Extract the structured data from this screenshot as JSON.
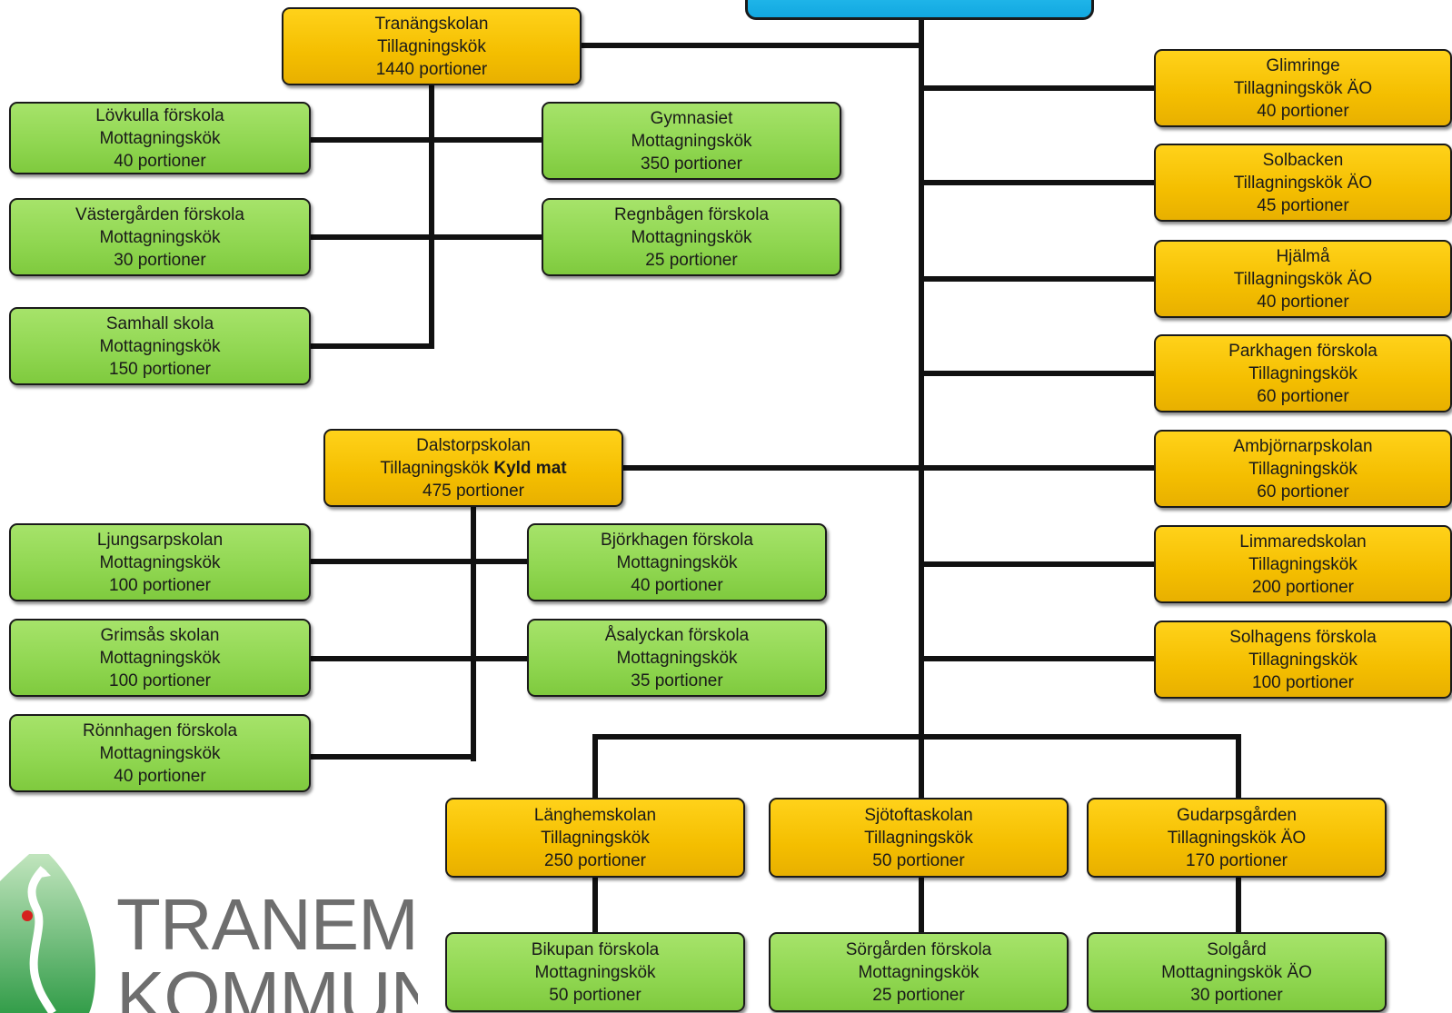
{
  "colors": {
    "kitchen": "#F4BE00",
    "reception": "#8FD650",
    "root": "#12A8E0",
    "line": "#111111"
  },
  "nodes": [
    {
      "id": "tranang",
      "title": "Tranängskolan",
      "type": "Tillagningskök",
      "portions": "1440 portioner",
      "kind": "kitchen"
    },
    {
      "id": "lovkulla",
      "title": "Lövkulla förskola",
      "type": "Mottagningskök",
      "portions": "40 portioner",
      "kind": "reception"
    },
    {
      "id": "gymnasiet",
      "title": "Gymnasiet",
      "type": "Mottagningskök",
      "portions": "350 portioner",
      "kind": "reception"
    },
    {
      "id": "vastergarden",
      "title": "Västergården förskola",
      "type": "Mottagningskök",
      "portions": "30 portioner",
      "kind": "reception"
    },
    {
      "id": "regnbagen",
      "title": "Regnbågen förskola",
      "type": "Mottagningskök",
      "portions": "25 portioner",
      "kind": "reception"
    },
    {
      "id": "samhall",
      "title": "Samhall skola",
      "type": "Mottagningskök",
      "portions": "150 portioner",
      "kind": "reception"
    },
    {
      "id": "dalstorp",
      "title": "Dalstorpskolan",
      "type": "Tillagningskök",
      "type_bold": "Kyld mat",
      "portions": "475 portioner",
      "kind": "kitchen"
    },
    {
      "id": "ljungsarp",
      "title": "Ljungsarpskolan",
      "type": "Mottagningskök",
      "portions": "100 portioner",
      "kind": "reception"
    },
    {
      "id": "bjorkhagen",
      "title": "Björkhagen förskola",
      "type": "Mottagningskök",
      "portions": "40 portioner",
      "kind": "reception"
    },
    {
      "id": "grimsas",
      "title": "Grimsås skolan",
      "type": "Mottagningskök",
      "portions": "100 portioner",
      "kind": "reception"
    },
    {
      "id": "asalyckan",
      "title": "Åsalyckan förskola",
      "type": "Mottagningskök",
      "portions": "35 portioner",
      "kind": "reception"
    },
    {
      "id": "ronnhagen",
      "title": "Rönnhagen förskola",
      "type": "Mottagningskök",
      "portions": "40 portioner",
      "kind": "reception"
    },
    {
      "id": "glimringe",
      "title": "Glimringe",
      "type": "Tillagningskök ÄO",
      "portions": "40 portioner",
      "kind": "kitchen"
    },
    {
      "id": "solbacken",
      "title": "Solbacken",
      "type": "Tillagningskök ÄO",
      "portions": "45 portioner",
      "kind": "kitchen"
    },
    {
      "id": "hjalma",
      "title": "Hjälmå",
      "type": "Tillagningskök ÄO",
      "portions": "40 portioner",
      "kind": "kitchen"
    },
    {
      "id": "parkhagen",
      "title": "Parkhagen förskola",
      "type": "Tillagningskök",
      "portions": "60 portioner",
      "kind": "kitchen"
    },
    {
      "id": "ambjornarp",
      "title": "Ambjörnarpskolan",
      "type": "Tillagningskök",
      "portions": "60 portioner",
      "kind": "kitchen"
    },
    {
      "id": "limmared",
      "title": "Limmaredskolan",
      "type": "Tillagningskök",
      "portions": "200 portioner",
      "kind": "kitchen"
    },
    {
      "id": "solhagen",
      "title": "Solhagens förskola",
      "type": "Tillagningskök",
      "portions": "100 portioner",
      "kind": "kitchen"
    },
    {
      "id": "langhem",
      "title": "Länghemskolan",
      "type": "Tillagningskök",
      "portions": "250 portioner",
      "kind": "kitchen"
    },
    {
      "id": "sjotofta",
      "title": "Sjötoftaskolan",
      "type": "Tillagningskök",
      "portions": "50 portioner",
      "kind": "kitchen"
    },
    {
      "id": "gudarp",
      "title": "Gudarpsgården",
      "type": "Tillagningskök ÄO",
      "portions": "170 portioner",
      "kind": "kitchen"
    },
    {
      "id": "bikupan",
      "title": "Bikupan förskola",
      "type": "Mottagningskök",
      "portions": "50 portioner",
      "kind": "reception"
    },
    {
      "id": "sorgarden",
      "title": "Sörgården förskola",
      "type": "Mottagningskök",
      "portions": "25 portioner",
      "kind": "reception"
    },
    {
      "id": "solgard",
      "title": "Solgård",
      "type": "Mottagningskök ÄO",
      "portions": "30 portioner",
      "kind": "reception"
    }
  ],
  "logo": {
    "line1": "TRANEMO",
    "line2": "KOMMUN"
  }
}
